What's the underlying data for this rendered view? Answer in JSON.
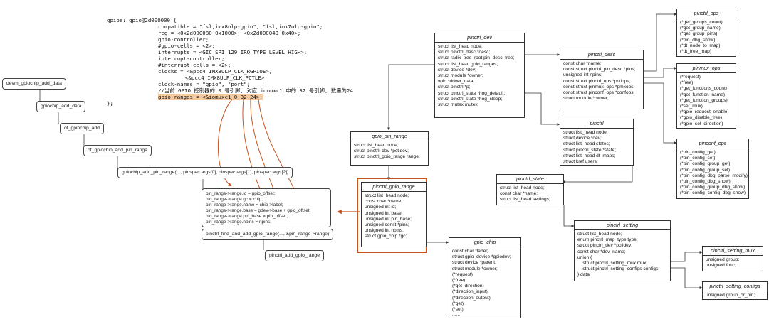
{
  "code": {
    "lines": [
      "gpioe: gpio@2d000000 {",
      "compatible = \"fsl,imx8ulp-gpio\", \"fsl,imx7ulp-gpio\";",
      "reg = <0x2d000080 0x1000>, <0x2d000040 0x40>;",
      "gpio-controller;",
      "#gpio-cells = <2>;",
      "interrupts = <GIC_SPI 129 IRQ_TYPE_LEVEL_HIGH>;",
      "interrupt-controller;",
      "#interrupt-cells = <2>;",
      "clocks = <&pcc4 IMX8ULP_CLK_RGPIOE>,",
      "<&pcc4 IMX8ULP_CLK_PCTLE>;",
      "clock-names = \"gpio\", \"port\";",
      "//当前 GPIO 控制器的 0 号引脚, 对应 iomuxc1 中的 32 号引脚, 数量为24",
      "gpio-ranges = <&iomuxc1 0 32 24>;",
      "};"
    ]
  },
  "call_chain": [
    "devm_gpiochip_add_data",
    "gpiochip_add_data",
    "of_gpiochip_add",
    "of_gpiochip_add_pin_range",
    "gpiochip_add_pin_range(..., pinspec.args[0], pinspec.args[1], pinspec.args[2])",
    "pinctrl_find_and_add_gpio_range(..., &pin_range->range)",
    "pinctrl_add_gpio_range"
  ],
  "assign_lines": [
    "pin_range->range.id = gpio_offset;",
    "pin_range->range.gc = chip;",
    "pin_range->range.name = chip->label;",
    "pin_range->range.base = gdev->base + gpio_offset;",
    "pin_range->range.pin_base = pin_offset;",
    "pin_range->range.npins = npins;"
  ],
  "structs": {
    "pinctrl_dev": {
      "title": "pinctrl_dev",
      "fields": [
        "struct list_head node;",
        "struct pinctrl_desc *desc;",
        "struct radix_tree_root pin_desc_tree;",
        "struct list_head gpio_ranges;",
        "struct device *dev;",
        "struct module *owner;",
        "void *driver_data;",
        "struct pinctrl *p;",
        "struct pinctrl_state *hog_default;",
        "struct pinctrl_state *hog_sleep;",
        "struct mutex mutex;"
      ]
    },
    "pinctrl_desc": {
      "title": "pinctrl_desc",
      "fields": [
        "const char *name;",
        "const struct pinctrl_pin_desc *pins;",
        "unsigned int npins;",
        "const struct pinctrl_ops *pctlops;",
        "const struct pinmux_ops *pmxops;",
        "const struct pinconf_ops *confops;",
        "struct module *owner;"
      ]
    },
    "pinctrl_ops": {
      "title": "pinctrl_ops",
      "fields": [
        "(*get_groups_count)",
        "(*get_group_name)",
        "(*get_group_pins)",
        "(*pin_dbg_show)",
        "(*dt_node_to_map)",
        "(*dt_free_map)"
      ]
    },
    "pinmux_ops": {
      "title": "pinmux_ops",
      "fields": [
        "(*request)",
        "(*free)",
        "(*get_functions_count)",
        "(*get_function_name)",
        "(*get_function_groups)",
        "(*set_mux)",
        "(*gpio_request_enable)",
        "(*gpio_disable_free)",
        "(*gpio_set_direction)"
      ]
    },
    "pinconf_ops": {
      "title": "pinconf_ops",
      "fields": [
        "(*pin_config_get)",
        "(*pin_config_set)",
        "(*pin_config_group_get)",
        "(*pin_config_group_set)",
        "(*pin_config_dbg_parse_modify)",
        "(*pin_config_dbg_show)",
        "(*pin_config_group_dbg_show)",
        "(*pin_config_config_dbg_show)"
      ]
    },
    "pinctrl": {
      "title": "pinctrl",
      "fields": [
        "struct list_head node;",
        "struct device *dev;",
        "struct list_head states;",
        "struct pinctrl_state *state;",
        "struct list_head dt_maps;",
        "struct kref users;"
      ]
    },
    "gpio_pin_range": {
      "title": "gpio_pin_range",
      "fields": [
        "struct list_head node;",
        "struct pinctrl_dev *pctldev;",
        "struct pinctrl_gpio_range range;"
      ]
    },
    "pinctrl_gpio_range": {
      "title": "pinctrl_gpio_range",
      "fields": [
        "struct list_head node;",
        "const char *name;",
        "unsigned int id;",
        "unsigned int base;",
        "unsigned int pin_base;",
        "unsigned const *pins;",
        "unsigned int npins;",
        "struct gpio_chip *gc;"
      ]
    },
    "pinctrl_state": {
      "title": "pinctrl_state",
      "fields": [
        "struct list_head node;",
        "const char *name;",
        "struct list_head settings;"
      ]
    },
    "gpio_chip": {
      "title": "gpio_chip",
      "fields": [
        "const char *label;",
        "struct gpio_device *gpiodev;",
        "struct device *parent;",
        "struct module *owner;",
        "(*request)",
        "(*free)",
        "(*get_direction)",
        "(*direction_input)",
        "(*direction_output)",
        "(*get)",
        "(*set)",
        "......"
      ]
    },
    "pinctrl_setting": {
      "title": "pinctrl_setting",
      "fields": [
        "struct list_head node;",
        "enum pinctrl_map_type type;",
        "struct pinctrl_dev *pctldev;",
        "const char *dev_name;",
        "union {",
        "    struct pinctrl_setting_mux mux;",
        "    struct pinctrl_setting_configs configs;",
        "} data;"
      ]
    },
    "pinctrl_setting_mux": {
      "title": "pinctrl_setting_mux",
      "fields": [
        "unsigned group;",
        "unsigned func;"
      ]
    },
    "pinctrl_setting_configs": {
      "title": "pinctrl_setting_configs",
      "fields": [
        "unsigned group_or_pin;"
      ]
    }
  },
  "colors": {
    "highlight": "#c5531e",
    "code_highlight": "#f7c99c",
    "line": "#333333"
  }
}
